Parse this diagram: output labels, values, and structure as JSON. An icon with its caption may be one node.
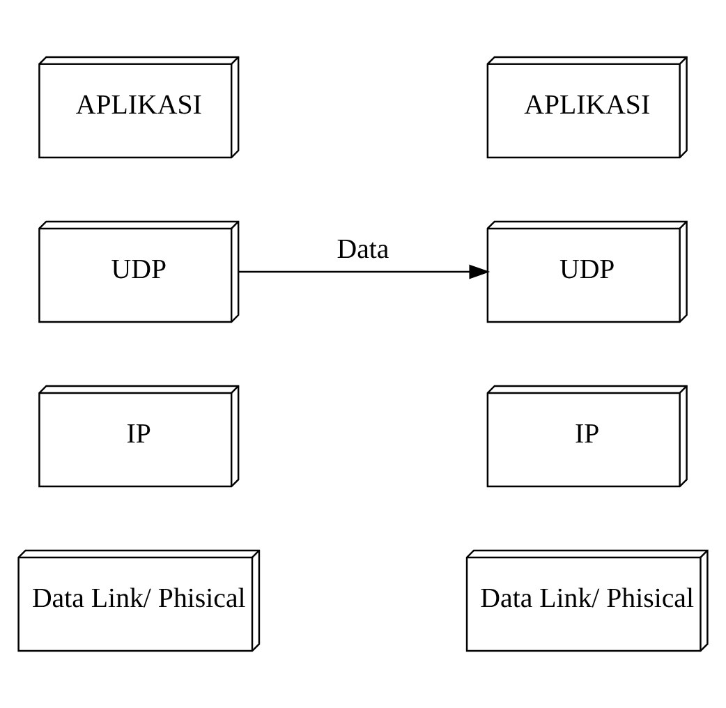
{
  "diagram": {
    "nodes": [
      {
        "text": [
          "APLIKASI"
        ]
      },
      {
        "text": [
          "UDP"
        ]
      },
      {
        "text": [
          "IP"
        ]
      },
      {
        "text": [
          "Data Link/ Phisical"
        ]
      },
      {
        "text": [
          "APLIKASI"
        ]
      },
      {
        "text": [
          "UDP"
        ]
      },
      {
        "text": [
          "IP"
        ]
      },
      {
        "text": [
          "Data Link/ Phisical"
        ]
      }
    ],
    "edges": [
      {
        "from": 1,
        "to": 5,
        "arrow": "to",
        "label": "Data"
      }
    ]
  }
}
